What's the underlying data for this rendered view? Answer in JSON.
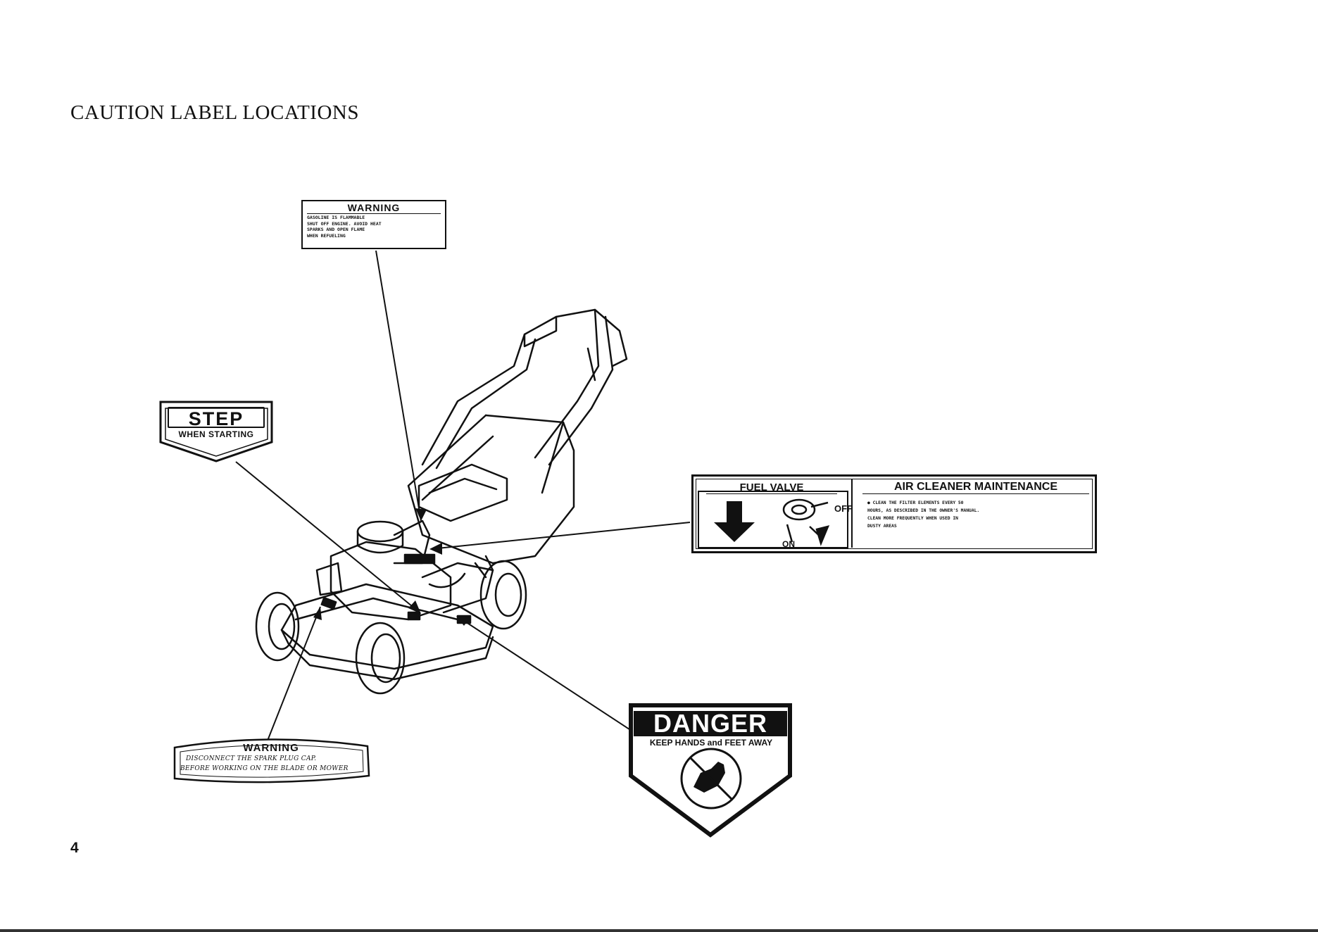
{
  "page": {
    "title": "CAUTION LABEL LOCATIONS",
    "page_number": "4"
  },
  "labels": {
    "fuel_warning": {
      "heading": "WARNING",
      "text": "GASOLINE IS FLAMMABLE\nSHUT OFF ENGINE. AVOID HEAT\nSPARKS AND OPEN FLAME\nWHEN REFUELING"
    },
    "step": {
      "heading": "STEP",
      "subtext": "WHEN STARTING"
    },
    "fuel_valve": {
      "heading": "FUEL VALVE",
      "off_label": "OFF",
      "on_label": "ON"
    },
    "air_cleaner": {
      "heading": "AIR CLEANER MAINTENANCE",
      "text": "● CLEAN THE FILTER ELEMENTS EVERY 50\nHOURS, AS DESCRIBED IN THE OWNER'S MANUAL.\nCLEAN MORE FREQUENTLY WHEN USED IN\nDUSTY AREAS"
    },
    "plug_warning": {
      "heading": "WARNING",
      "line1": "DISCONNECT THE SPARK PLUG CAP.",
      "line2": "BEFORE WORKING ON THE BLADE OR MOWER"
    },
    "danger": {
      "heading": "DANGER",
      "subtext": "KEEP HANDS and FEET AWAY"
    }
  }
}
